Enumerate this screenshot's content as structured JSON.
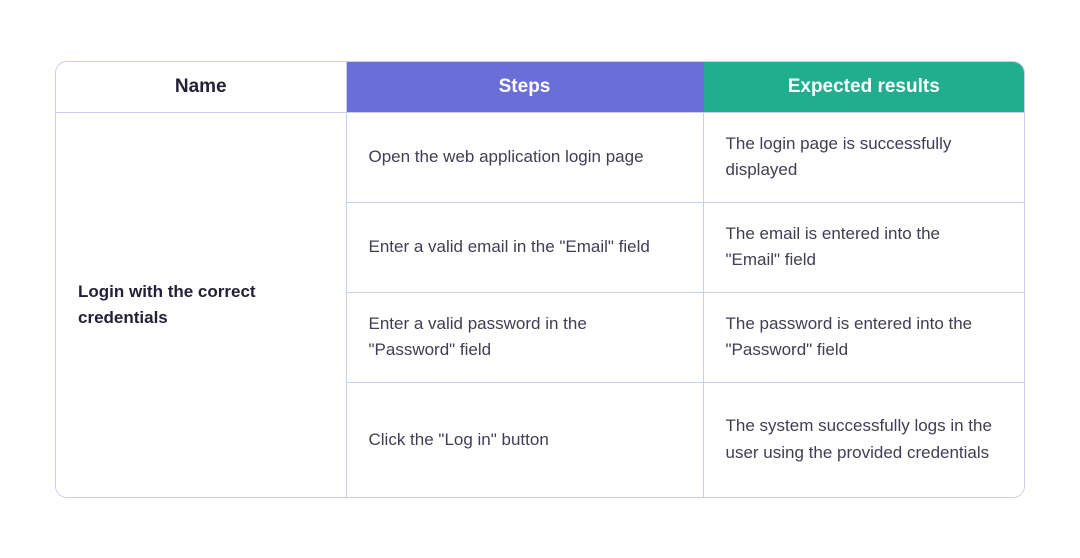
{
  "table": {
    "headers": [
      {
        "label": "Name"
      },
      {
        "label": "Steps"
      },
      {
        "label": "Expected results"
      }
    ],
    "test_case_name": "Login with the correct credentials",
    "rows": [
      {
        "step": "Open the web application login page",
        "expected": "The login page is successfully displayed"
      },
      {
        "step": "Enter a valid email in the \"Email\" field",
        "expected": "The email is entered into the \"Email\" field"
      },
      {
        "step": "Enter a valid password in the \"Password\" field",
        "expected": "The password is entered into the \"Password\" field"
      },
      {
        "step": "Click the \"Log in\" button",
        "expected": "The system successfully logs in the user using the provided credentials"
      }
    ],
    "colors": {
      "steps_header_bg": "#6a6fd8",
      "expected_header_bg": "#20ae8e",
      "border": "#cbcdee",
      "name_text": "#232135",
      "body_text": "#3f3e53",
      "header_text_on_color": "#ffffff"
    }
  }
}
